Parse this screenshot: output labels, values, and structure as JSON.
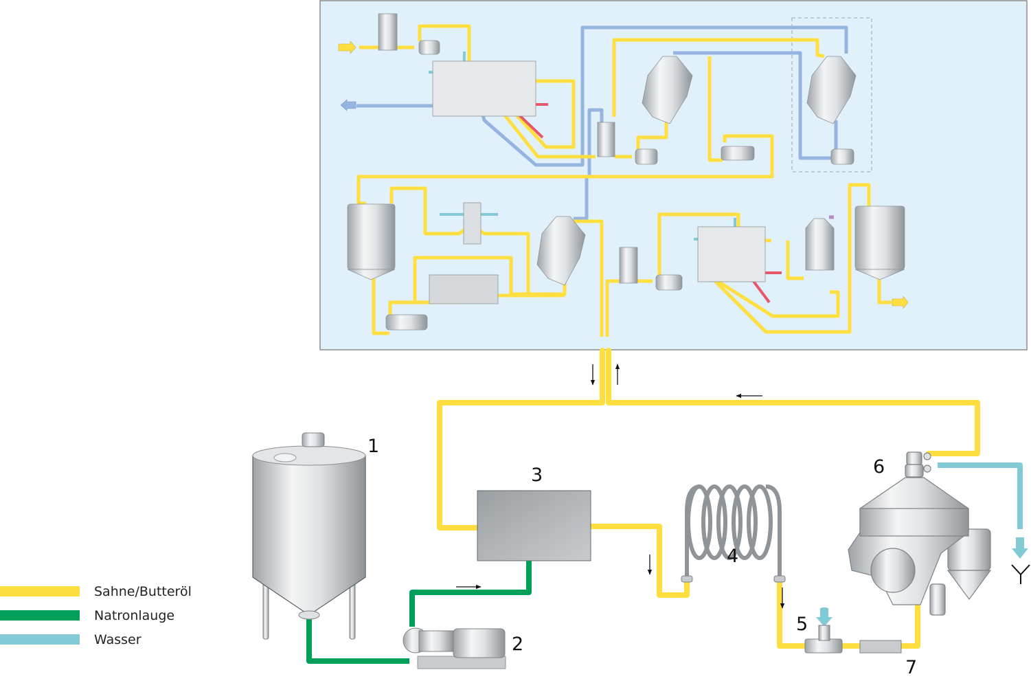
{
  "legend": [
    {
      "label": "Sahne/Butteröl",
      "color": "#ffdf3f"
    },
    {
      "label": "Natronlauge",
      "color": "#00a05a"
    },
    {
      "label": "Wasser",
      "color": "#82cbd6"
    }
  ],
  "colors": {
    "cream": "#ffdf3f",
    "lye": "#00a05a",
    "water": "#82cbd6",
    "blue_loop": "#95b5e0",
    "heating": "#e8566a",
    "vapor": "#b48cc8",
    "panel_bg": "#e1f1fc",
    "panel_border": "#8c8c8c",
    "steel": "#c7cbce"
  },
  "equipment_labels": [
    "1",
    "2",
    "3",
    "4",
    "5",
    "6",
    "7"
  ],
  "equipment": {
    "1": "tank",
    "2": "pump",
    "3": "heater-box",
    "4": "holding-coil",
    "5": "water-injection-tee",
    "6": "separator",
    "7": "inline-section"
  },
  "overview_panel": {
    "title": "process-overview"
  }
}
